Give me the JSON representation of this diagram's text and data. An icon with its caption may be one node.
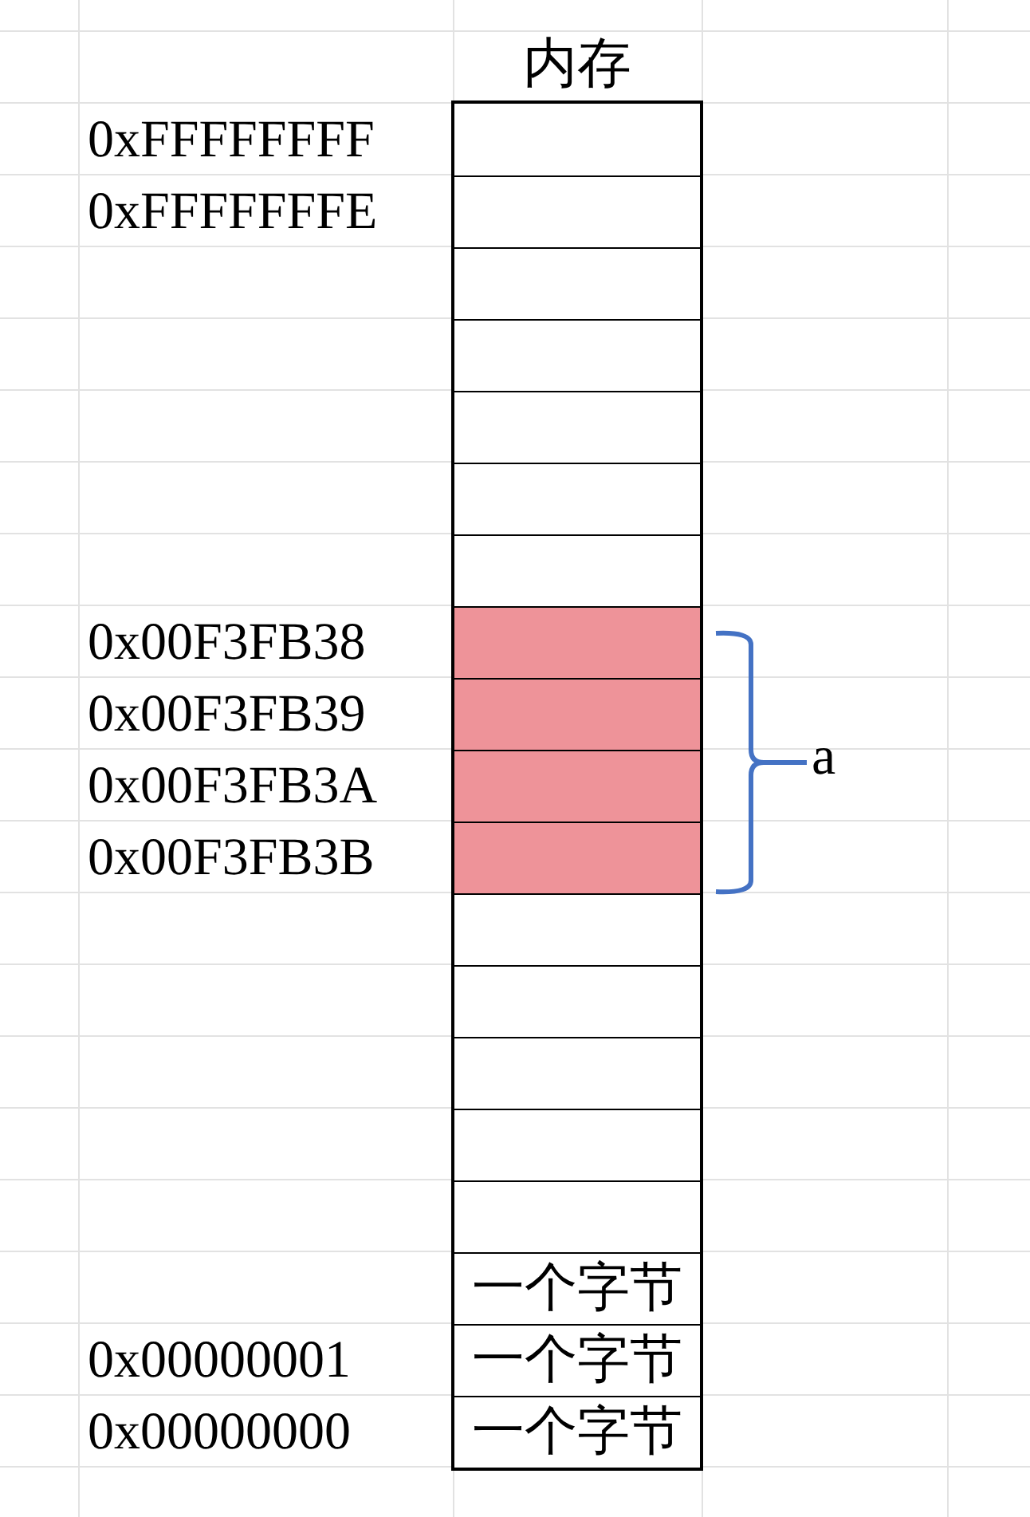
{
  "diagram": {
    "nodes": [
      {
        "text": [
          "内存"
        ]
      },
      {
        "text": [],
        "shape": "box",
        "in": 0,
        "beside": [
          "0xFFFFFFFF"
        ]
      },
      {
        "text": [],
        "shape": "box",
        "in": 0,
        "beside": [
          "0xFFFFFFFE"
        ]
      },
      {
        "text": [],
        "shape": "box",
        "in": 0
      },
      {
        "text": [],
        "shape": "box",
        "in": 0
      },
      {
        "text": [],
        "shape": "box",
        "in": 0
      },
      {
        "text": [],
        "shape": "box",
        "in": 0
      },
      {
        "text": [],
        "shape": "box",
        "in": 0
      },
      {
        "text": [],
        "shape": "box",
        "in": 0,
        "beside": [
          "0x00F3FB38"
        ]
      },
      {
        "text": [],
        "shape": "box",
        "in": 0,
        "beside": [
          "0x00F3FB39"
        ]
      },
      {
        "text": [],
        "shape": "box",
        "in": 0,
        "beside": [
          "0x00F3FB3A"
        ]
      },
      {
        "text": [],
        "shape": "box",
        "in": 0,
        "beside": [
          "0x00F3FB3B"
        ]
      },
      {
        "text": [],
        "shape": "box",
        "in": 0
      },
      {
        "text": [],
        "shape": "box",
        "in": 0
      },
      {
        "text": [],
        "shape": "box",
        "in": 0
      },
      {
        "text": [],
        "shape": "box",
        "in": 0
      },
      {
        "text": [],
        "shape": "box",
        "in": 0
      },
      {
        "text": [
          "一个字节"
        ],
        "in": 0
      },
      {
        "text": [
          "一个字节"
        ],
        "in": 0,
        "beside": [
          "0x00000001"
        ]
      },
      {
        "text": [
          "一个字节"
        ],
        "in": 0,
        "beside": [
          "0x00000000"
        ]
      }
    ],
    "labels": [
      "a"
    ]
  }
}
